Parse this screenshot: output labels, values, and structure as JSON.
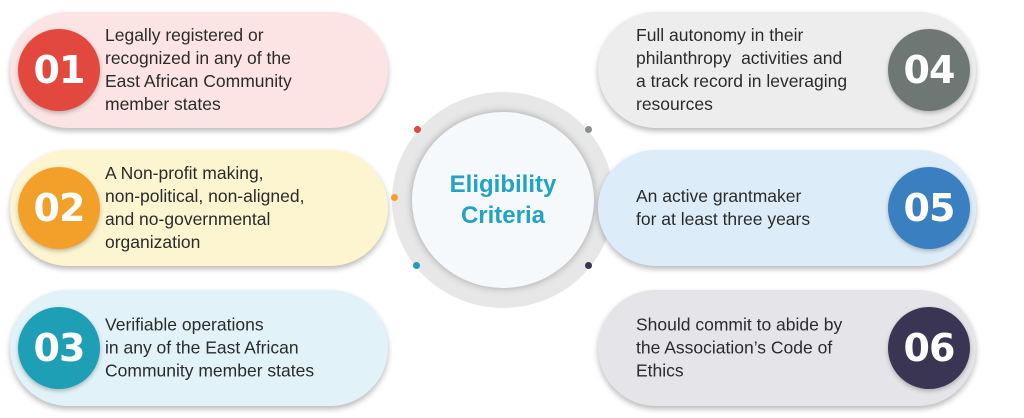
{
  "center": {
    "line1": "Eligibility",
    "line2": "Criteria",
    "color": "#22a2c4"
  },
  "criteria": [
    {
      "number": "01",
      "lines": [
        "Legally registered or",
        "recognized in any of the",
        "East African Community",
        "member states"
      ],
      "card_color": "#fbe4e3",
      "badge_color": "#e2483e"
    },
    {
      "number": "02",
      "lines": [
        "A Non-profit making,",
        "non-political, non-aligned,",
        "and no-governmental",
        "organization"
      ],
      "card_color": "#fdf5cf",
      "badge_color": "#f3a02a"
    },
    {
      "number": "03",
      "lines": [
        "Verifiable operations",
        "in any of the East African",
        "Community member states"
      ],
      "card_color": "#e1f3f8",
      "badge_color": "#1e9fb6"
    },
    {
      "number": "04",
      "lines": [
        "Full autonomy in their",
        "philanthropy  activities and",
        "a track record in leveraging",
        "resources"
      ],
      "card_color": "#ededed",
      "badge_color": "#6f7775"
    },
    {
      "number": "05",
      "lines": [
        "An active grantmaker",
        "for at least three years"
      ],
      "card_color": "#dcedf9",
      "badge_color": "#3a7fbf"
    },
    {
      "number": "06",
      "lines": [
        "Should commit to abide by",
        "the Association’s Code of",
        "Ethics"
      ],
      "card_color": "#e5e5e9",
      "badge_color": "#3a3553"
    }
  ],
  "connector_dots": [
    "#e2483e",
    "#f3a02a",
    "#1e9fb6",
    "#8a8f8d",
    "#4a8fd0",
    "#3a3553"
  ]
}
